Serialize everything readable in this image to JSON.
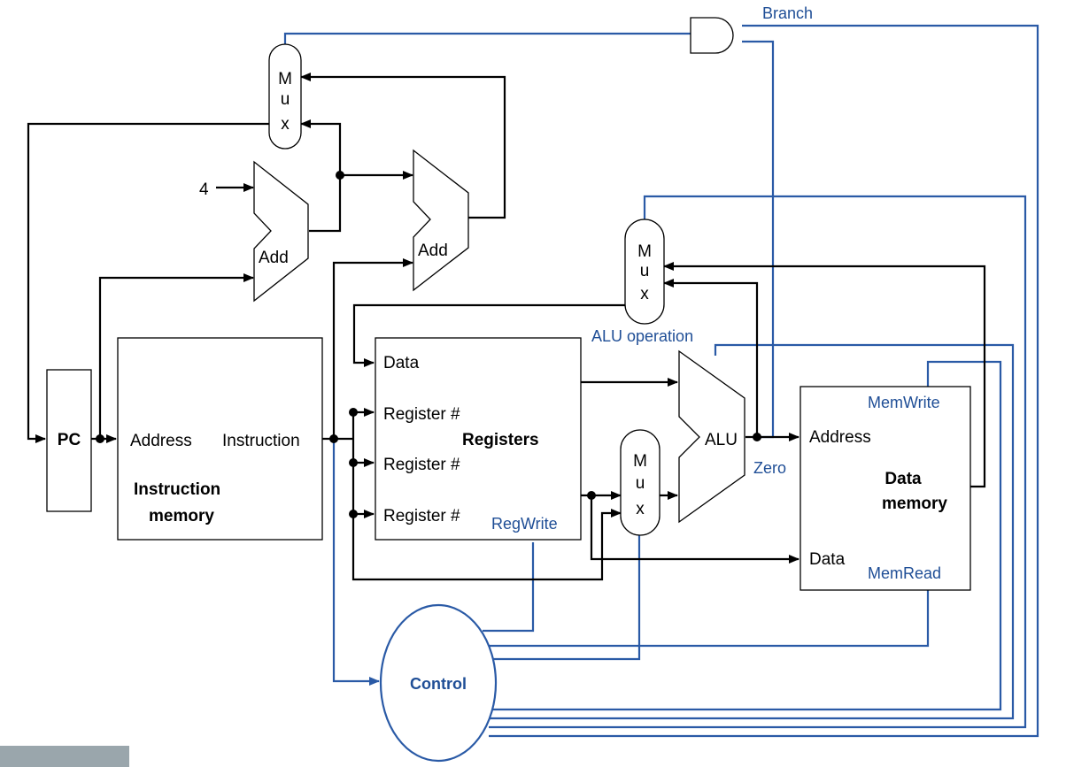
{
  "labels": {
    "branch": "Branch",
    "mux": [
      "M",
      "u",
      "x"
    ],
    "four": "4",
    "add": "Add",
    "alu_operation": "ALU operation",
    "pc": "PC",
    "address": "Address",
    "instruction": "Instruction",
    "instruction_memory": [
      "Instruction",
      "memory"
    ],
    "data": "Data",
    "register_num": "Register #",
    "registers": "Registers",
    "regwrite": "RegWrite",
    "alu": "ALU",
    "zero": "Zero",
    "memwrite": "MemWrite",
    "data_memory": [
      "Data",
      "memory"
    ],
    "memread": "MemRead",
    "control": "Control"
  },
  "colors": {
    "control_signal": "#2a5aa6",
    "datapath": "#000000"
  }
}
